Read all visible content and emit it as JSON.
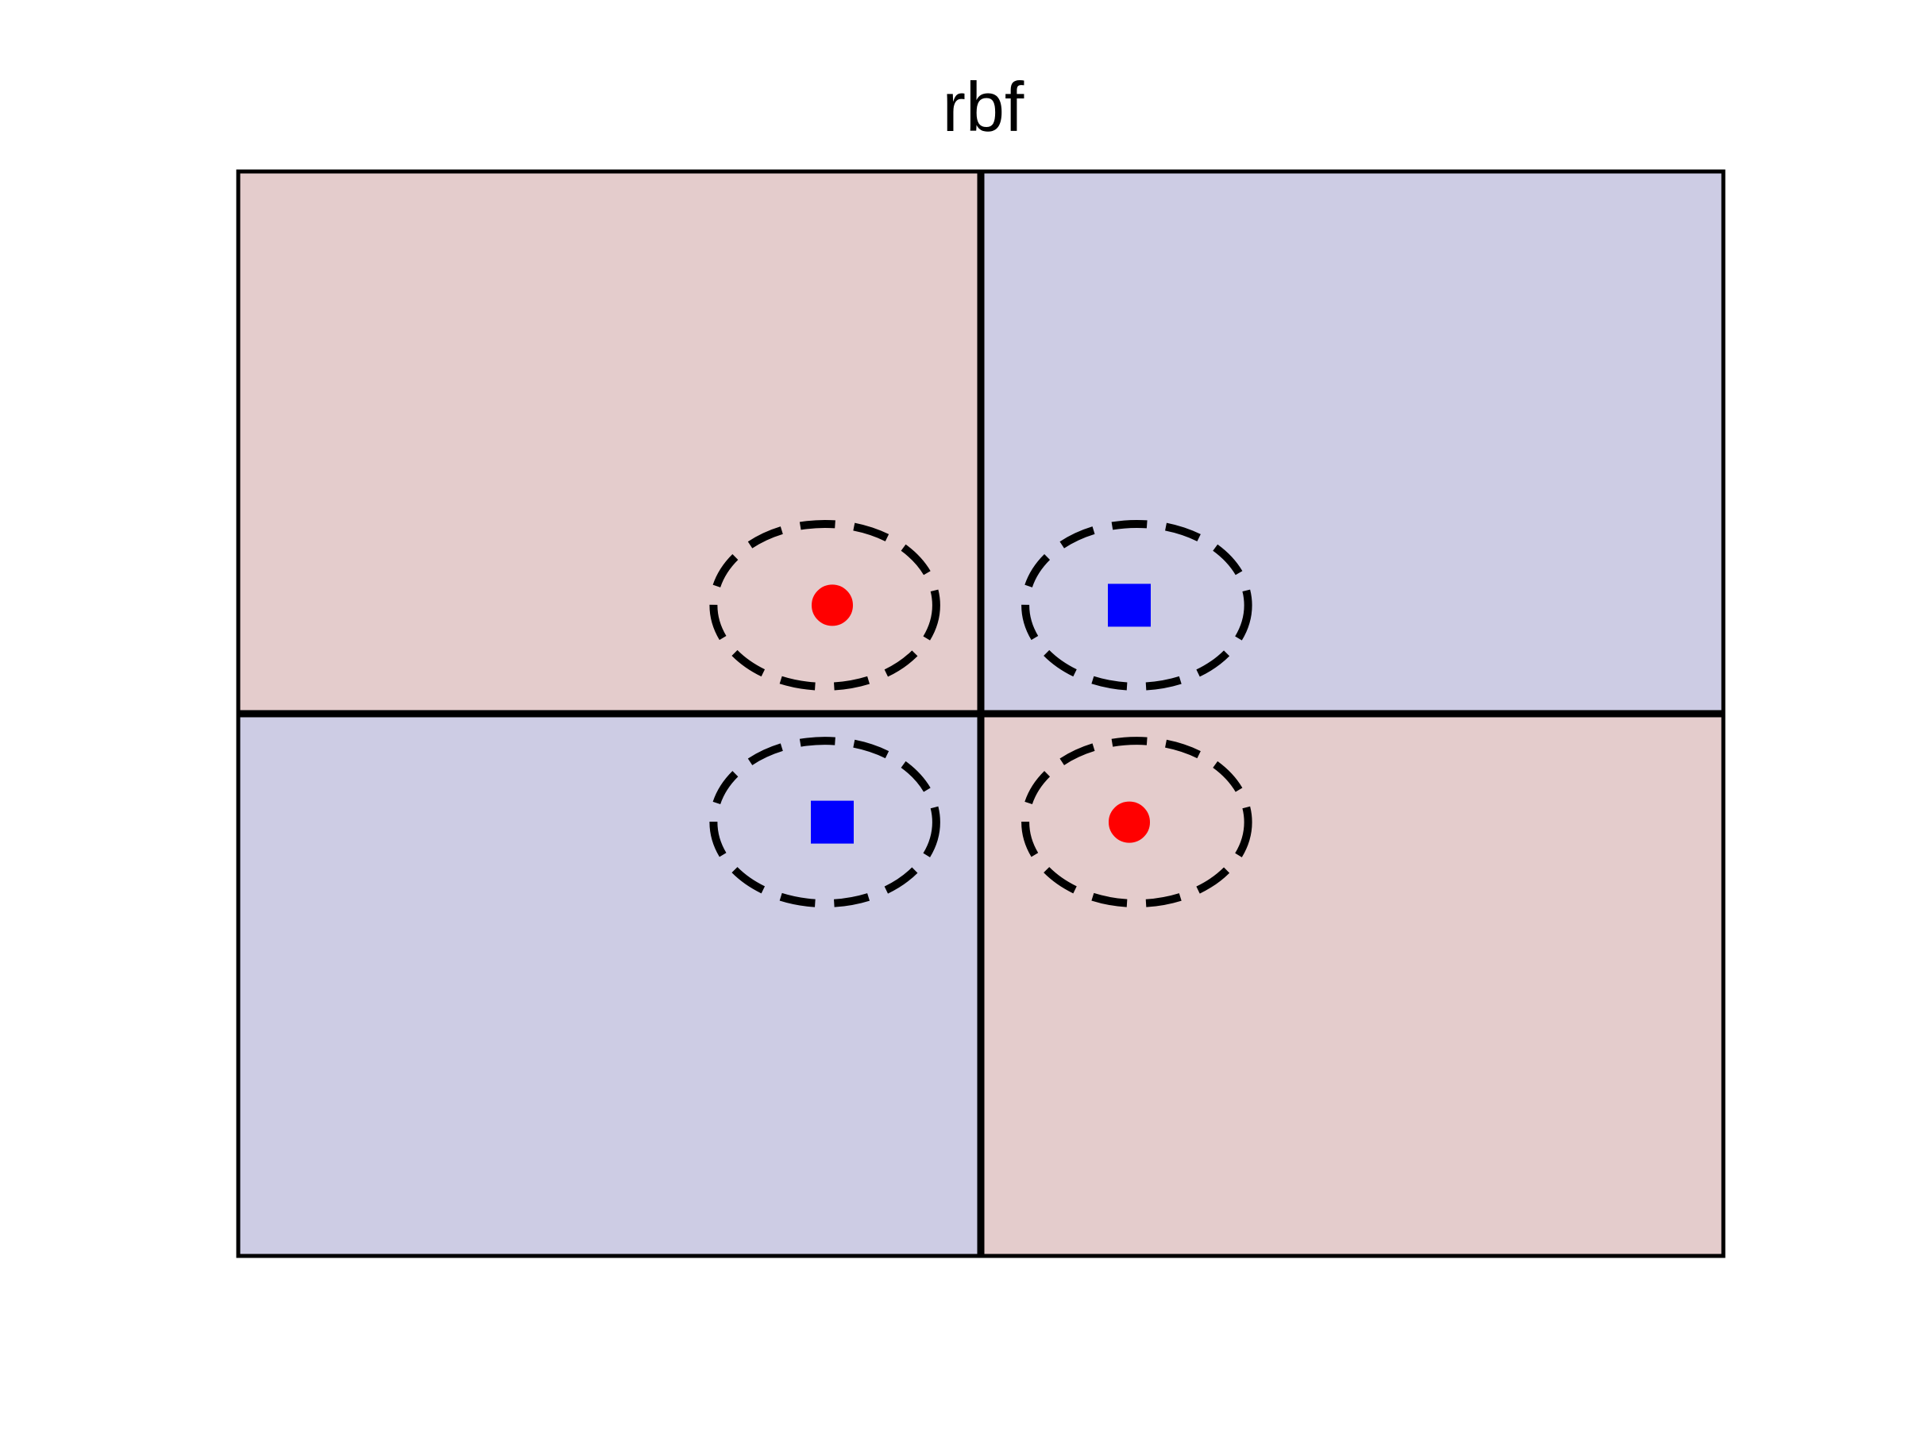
{
  "chart_data": {
    "type": "scatter",
    "title": "rbf",
    "xlabel": "",
    "ylabel": "",
    "xlim": [
      -1,
      1
    ],
    "ylim": [
      -1,
      1
    ],
    "grid": false,
    "axis_ticks": false,
    "decision_regions": [
      {
        "quadrant": "top-left",
        "x_range": [
          -1,
          0
        ],
        "y_range": [
          0,
          1
        ],
        "class": "red"
      },
      {
        "quadrant": "top-right",
        "x_range": [
          0,
          1
        ],
        "y_range": [
          0,
          1
        ],
        "class": "blue"
      },
      {
        "quadrant": "bottom-left",
        "x_range": [
          -1,
          0
        ],
        "y_range": [
          -1,
          0
        ],
        "class": "blue"
      },
      {
        "quadrant": "bottom-right",
        "x_range": [
          0,
          1
        ],
        "y_range": [
          -1,
          0
        ],
        "class": "red"
      }
    ],
    "decision_boundaries": [
      {
        "orientation": "vertical",
        "value": 0
      },
      {
        "orientation": "horizontal",
        "value": 0
      }
    ],
    "series": [
      {
        "marker": "circle",
        "color": "#ff0000",
        "points": [
          {
            "x": -0.2,
            "y": 0.2
          },
          {
            "x": 0.2,
            "y": -0.2
          }
        ]
      },
      {
        "marker": "square",
        "color": "#0000ff",
        "points": [
          {
            "x": 0.2,
            "y": 0.2
          },
          {
            "x": -0.2,
            "y": -0.2
          }
        ]
      }
    ],
    "support_contours": [
      {
        "cx": -0.21,
        "cy": 0.2,
        "rx": 0.15,
        "ry": 0.15,
        "style": "dashed"
      },
      {
        "cx": 0.21,
        "cy": 0.2,
        "rx": 0.15,
        "ry": 0.15,
        "style": "dashed"
      },
      {
        "cx": -0.21,
        "cy": -0.2,
        "rx": 0.15,
        "ry": 0.15,
        "style": "dashed"
      },
      {
        "cx": 0.21,
        "cy": -0.2,
        "rx": 0.15,
        "ry": 0.15,
        "style": "dashed"
      }
    ],
    "colors": {
      "red_region": "#e4cccc",
      "blue_region": "#cdcce4",
      "boundary": "#000000",
      "frame": "#000000"
    }
  }
}
